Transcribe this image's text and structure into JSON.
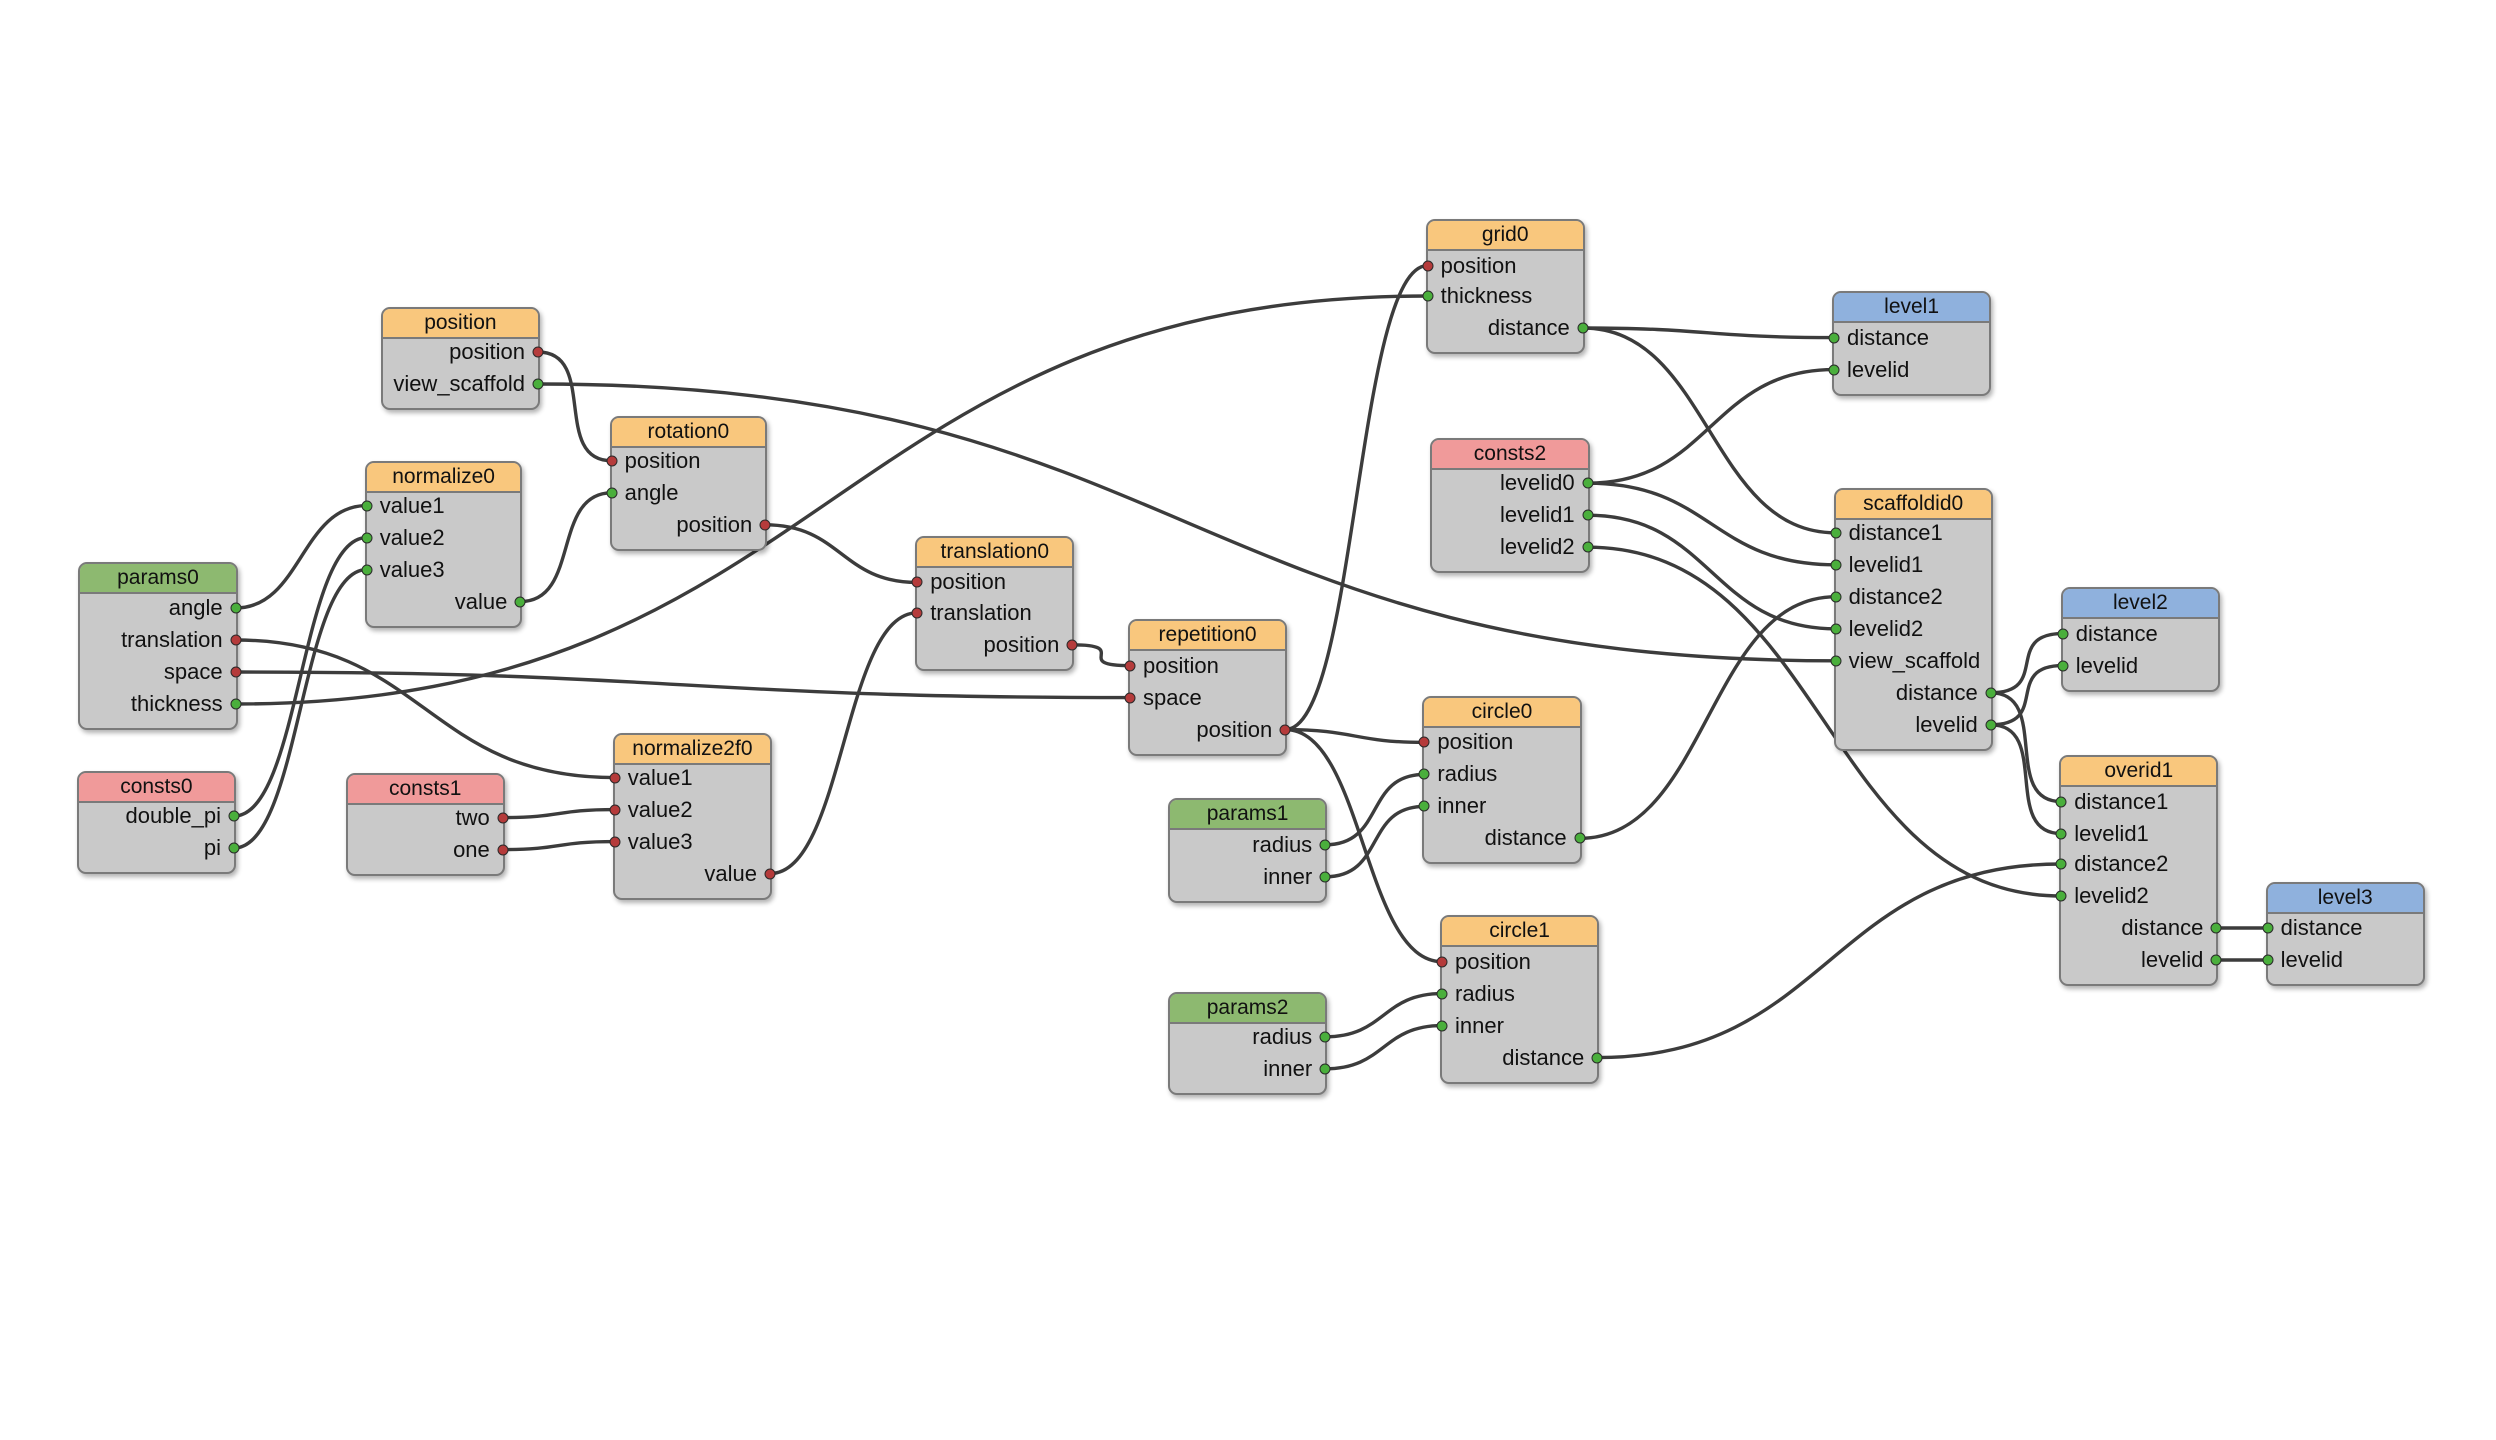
{
  "colors": {
    "input": "#f4c07a",
    "const": "#f09a9a",
    "param": "#8db970",
    "output": "#8fb1dd",
    "func": "#f9c77d",
    "border": "#7a7a7a",
    "body": "#c9c9c9",
    "wire": "#3c3c3c",
    "port_green": "#4aaf3c",
    "port_red": "#b53b3b"
  },
  "nodes": [
    {
      "id": "position",
      "title": "position",
      "kind": "func",
      "inputs": [],
      "outputs": [
        {
          "name": "position",
          "type": "red"
        },
        {
          "name": "view_scaffold",
          "type": "green"
        }
      ]
    },
    {
      "id": "normalize0",
      "title": "normalize0",
      "kind": "func",
      "inputs": [
        {
          "name": "value1",
          "type": "green"
        },
        {
          "name": "value2",
          "type": "green"
        },
        {
          "name": "value3",
          "type": "green"
        }
      ],
      "outputs": [
        {
          "name": "value",
          "type": "green"
        }
      ]
    },
    {
      "id": "rotation0",
      "title": "rotation0",
      "kind": "func",
      "inputs": [
        {
          "name": "position",
          "type": "red"
        },
        {
          "name": "angle",
          "type": "green"
        }
      ],
      "outputs": [
        {
          "name": "position",
          "type": "red"
        }
      ]
    },
    {
      "id": "params0",
      "title": "params0",
      "kind": "param",
      "inputs": [],
      "outputs": [
        {
          "name": "angle",
          "type": "green"
        },
        {
          "name": "translation",
          "type": "red"
        },
        {
          "name": "space",
          "type": "red"
        },
        {
          "name": "thickness",
          "type": "green"
        }
      ]
    },
    {
      "id": "consts0",
      "title": "consts0",
      "kind": "const",
      "inputs": [],
      "outputs": [
        {
          "name": "double_pi",
          "type": "green"
        },
        {
          "name": "pi",
          "type": "green"
        }
      ]
    },
    {
      "id": "consts1",
      "title": "consts1",
      "kind": "const",
      "inputs": [],
      "outputs": [
        {
          "name": "two",
          "type": "red"
        },
        {
          "name": "one",
          "type": "red"
        }
      ]
    },
    {
      "id": "normalize2f0",
      "title": "normalize2f0",
      "kind": "func",
      "inputs": [
        {
          "name": "value1",
          "type": "red"
        },
        {
          "name": "value2",
          "type": "red"
        },
        {
          "name": "value3",
          "type": "red"
        }
      ],
      "outputs": [
        {
          "name": "value",
          "type": "red"
        }
      ]
    },
    {
      "id": "translation0",
      "title": "translation0",
      "kind": "func",
      "inputs": [
        {
          "name": "position",
          "type": "red"
        },
        {
          "name": "translation",
          "type": "red"
        }
      ],
      "outputs": [
        {
          "name": "position",
          "type": "red"
        }
      ]
    },
    {
      "id": "repetition0",
      "title": "repetition0",
      "kind": "func",
      "inputs": [
        {
          "name": "position",
          "type": "red"
        },
        {
          "name": "space",
          "type": "red"
        }
      ],
      "outputs": [
        {
          "name": "position",
          "type": "red"
        }
      ]
    },
    {
      "id": "grid0",
      "title": "grid0",
      "kind": "func",
      "inputs": [
        {
          "name": "position",
          "type": "red"
        },
        {
          "name": "thickness",
          "type": "green"
        }
      ],
      "outputs": [
        {
          "name": "distance",
          "type": "green"
        }
      ]
    },
    {
      "id": "consts2",
      "title": "consts2",
      "kind": "const",
      "inputs": [],
      "outputs": [
        {
          "name": "levelid0",
          "type": "green"
        },
        {
          "name": "levelid1",
          "type": "green"
        },
        {
          "name": "levelid2",
          "type": "green"
        }
      ]
    },
    {
      "id": "params1",
      "title": "params1",
      "kind": "param",
      "inputs": [],
      "outputs": [
        {
          "name": "radius",
          "type": "green"
        },
        {
          "name": "inner",
          "type": "green"
        }
      ]
    },
    {
      "id": "circle0",
      "title": "circle0",
      "kind": "func",
      "inputs": [
        {
          "name": "position",
          "type": "red"
        },
        {
          "name": "radius",
          "type": "green"
        },
        {
          "name": "inner",
          "type": "green"
        }
      ],
      "outputs": [
        {
          "name": "distance",
          "type": "green"
        }
      ]
    },
    {
      "id": "params2",
      "title": "params2",
      "kind": "param",
      "inputs": [],
      "outputs": [
        {
          "name": "radius",
          "type": "green"
        },
        {
          "name": "inner",
          "type": "green"
        }
      ]
    },
    {
      "id": "circle1",
      "title": "circle1",
      "kind": "func",
      "inputs": [
        {
          "name": "position",
          "type": "red"
        },
        {
          "name": "radius",
          "type": "green"
        },
        {
          "name": "inner",
          "type": "green"
        }
      ],
      "outputs": [
        {
          "name": "distance",
          "type": "green"
        }
      ]
    },
    {
      "id": "level1",
      "title": "level1",
      "kind": "output",
      "inputs": [
        {
          "name": "distance",
          "type": "green"
        },
        {
          "name": "levelid",
          "type": "green"
        }
      ],
      "outputs": []
    },
    {
      "id": "scaffoldid0",
      "title": "scaffoldid0",
      "kind": "func",
      "inputs": [
        {
          "name": "distance1",
          "type": "green"
        },
        {
          "name": "levelid1",
          "type": "green"
        },
        {
          "name": "distance2",
          "type": "green"
        },
        {
          "name": "levelid2",
          "type": "green"
        },
        {
          "name": "view_scaffold",
          "type": "green"
        }
      ],
      "outputs": [
        {
          "name": "distance",
          "type": "green"
        },
        {
          "name": "levelid",
          "type": "green"
        }
      ]
    },
    {
      "id": "level2",
      "title": "level2",
      "kind": "output",
      "inputs": [
        {
          "name": "distance",
          "type": "green"
        },
        {
          "name": "levelid",
          "type": "green"
        }
      ],
      "outputs": []
    },
    {
      "id": "overid1",
      "title": "overid1",
      "kind": "func",
      "inputs": [
        {
          "name": "distance1",
          "type": "green"
        },
        {
          "name": "levelid1",
          "type": "green"
        },
        {
          "name": "distance2",
          "type": "green"
        },
        {
          "name": "levelid2",
          "type": "green"
        }
      ],
      "outputs": [
        {
          "name": "distance",
          "type": "green"
        },
        {
          "name": "levelid",
          "type": "green"
        }
      ]
    },
    {
      "id": "level3",
      "title": "level3",
      "kind": "output",
      "inputs": [
        {
          "name": "distance",
          "type": "green"
        },
        {
          "name": "levelid",
          "type": "green"
        }
      ],
      "outputs": []
    }
  ],
  "edges": [
    [
      "params0.angle",
      "normalize0.value1"
    ],
    [
      "consts0.double_pi",
      "normalize0.value2"
    ],
    [
      "consts0.pi",
      "normalize0.value3"
    ],
    [
      "normalize0.value",
      "rotation0.angle"
    ],
    [
      "position.position",
      "rotation0.position"
    ],
    [
      "rotation0.position",
      "translation0.position"
    ],
    [
      "params0.translation",
      "normalize2f0.value1"
    ],
    [
      "consts1.two",
      "normalize2f0.value2"
    ],
    [
      "consts1.one",
      "normalize2f0.value3"
    ],
    [
      "normalize2f0.value",
      "translation0.translation"
    ],
    [
      "translation0.position",
      "repetition0.position"
    ],
    [
      "params0.space",
      "repetition0.space"
    ],
    [
      "params0.thickness",
      "grid0.thickness"
    ],
    [
      "repetition0.position",
      "grid0.position"
    ],
    [
      "repetition0.position",
      "circle0.position"
    ],
    [
      "repetition0.position",
      "circle1.position"
    ],
    [
      "params1.radius",
      "circle0.radius"
    ],
    [
      "params1.inner",
      "circle0.inner"
    ],
    [
      "params2.radius",
      "circle1.radius"
    ],
    [
      "params2.inner",
      "circle1.inner"
    ],
    [
      "grid0.distance",
      "level1.distance"
    ],
    [
      "consts2.levelid0",
      "level1.levelid"
    ],
    [
      "grid0.distance",
      "scaffoldid0.distance1"
    ],
    [
      "consts2.levelid0",
      "scaffoldid0.levelid1"
    ],
    [
      "circle0.distance",
      "scaffoldid0.distance2"
    ],
    [
      "consts2.levelid1",
      "scaffoldid0.levelid2"
    ],
    [
      "position.view_scaffold",
      "scaffoldid0.view_scaffold"
    ],
    [
      "scaffoldid0.distance",
      "level2.distance"
    ],
    [
      "scaffoldid0.levelid",
      "level2.levelid"
    ],
    [
      "scaffoldid0.distance",
      "overid1.distance1"
    ],
    [
      "scaffoldid0.levelid",
      "overid1.levelid1"
    ],
    [
      "circle1.distance",
      "overid1.distance2"
    ],
    [
      "consts2.levelid2",
      "overid1.levelid2"
    ],
    [
      "overid1.distance",
      "level3.distance"
    ],
    [
      "overid1.levelid",
      "level3.levelid"
    ]
  ]
}
